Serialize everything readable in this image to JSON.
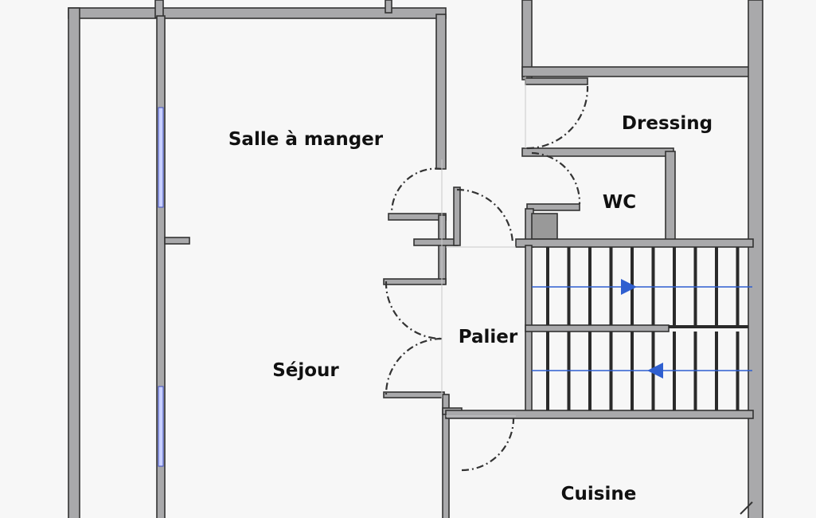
{
  "rooms": {
    "salle_a_manger": "Salle à manger",
    "sejour": "Séjour",
    "palier": "Palier",
    "dressing": "Dressing",
    "wc": "WC",
    "cuisine": "Cuisine"
  },
  "colors": {
    "wall": "#a9a9ab",
    "arrow": "#2f5fd0",
    "window": "#4050c0"
  }
}
